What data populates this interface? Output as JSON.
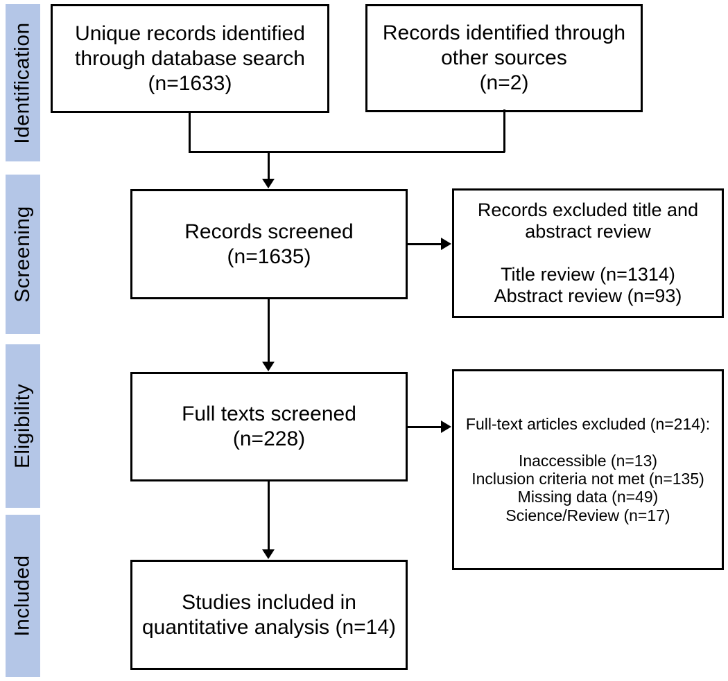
{
  "colors": {
    "stage_fill": "#b4c6e7",
    "line": "#000000",
    "box_background": "#ffffff"
  },
  "stages": [
    {
      "label": "Identification"
    },
    {
      "label": "Screening"
    },
    {
      "label": "Eligibility"
    },
    {
      "label": "Included"
    }
  ],
  "boxes": {
    "unique_records": {
      "text": "Unique records identified\nthrough database search\n(n=1633)"
    },
    "other_sources": {
      "text": "Records identified through\nother sources\n(n=2)"
    },
    "records_screened": {
      "text": "Records screened\n(n=1635)"
    },
    "records_excluded": {
      "text": "Records excluded title and\nabstract review\n\nTitle review (n=1314)\nAbstract review (n=93)"
    },
    "fulltext_screened": {
      "text": "Full texts screened\n(n=228)"
    },
    "fulltext_excluded": {
      "text": "Full-text articles excluded (n=214):\n\nInaccessible (n=13)\nInclusion criteria not met (n=135)\nMissing data (n=49)\nScience/Review (n=17)"
    },
    "studies_included": {
      "text": "Studies included in\nquantitative analysis (n=14)"
    }
  }
}
